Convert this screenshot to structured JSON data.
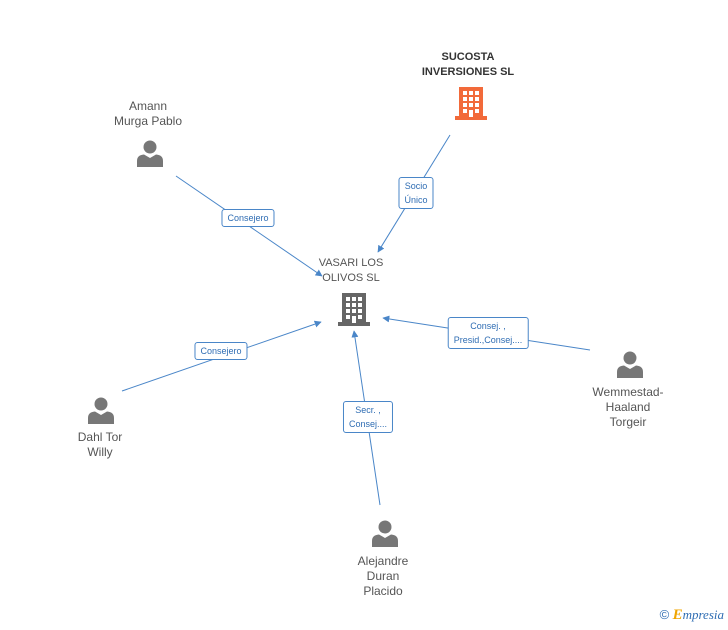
{
  "nodes": {
    "sucosta": {
      "line1": "SUCOSTA",
      "line2": "INVERSIONES SL",
      "icon": "building-icon",
      "color": "#f26a3a"
    },
    "vasari": {
      "line1": "VASARI LOS",
      "line2": "OLIVOS  SL",
      "icon": "building-icon",
      "color": "#666666"
    },
    "amann": {
      "line1": "Amann",
      "line2": "Murga Pablo",
      "icon": "person-icon"
    },
    "dahl": {
      "line1": "Dahl Tor",
      "line2": "Willy",
      "icon": "person-icon"
    },
    "wemmestad": {
      "line1": "Wemmestad-",
      "line2": "Haaland",
      "line3": "Torgeir",
      "icon": "person-icon"
    },
    "alejandre": {
      "line1": "Alejandre",
      "line2": "Duran",
      "line3": "Placido",
      "icon": "person-icon"
    }
  },
  "edges": {
    "sucosta": {
      "line1": "Socio",
      "line2": "Único"
    },
    "amann": {
      "line1": "Consejero"
    },
    "dahl": {
      "line1": "Consejero"
    },
    "wemmestad": {
      "line1": "Consej. ,",
      "line2": "Presid.,Consej...."
    },
    "alejandre": {
      "line1": "Secr. ,",
      "line2": "Consej...."
    }
  },
  "colors": {
    "edge": "#4a86c8",
    "person": "#777777"
  },
  "watermark": {
    "copyright": "©",
    "brand_initial": "E",
    "brand_rest": "mpresia"
  }
}
